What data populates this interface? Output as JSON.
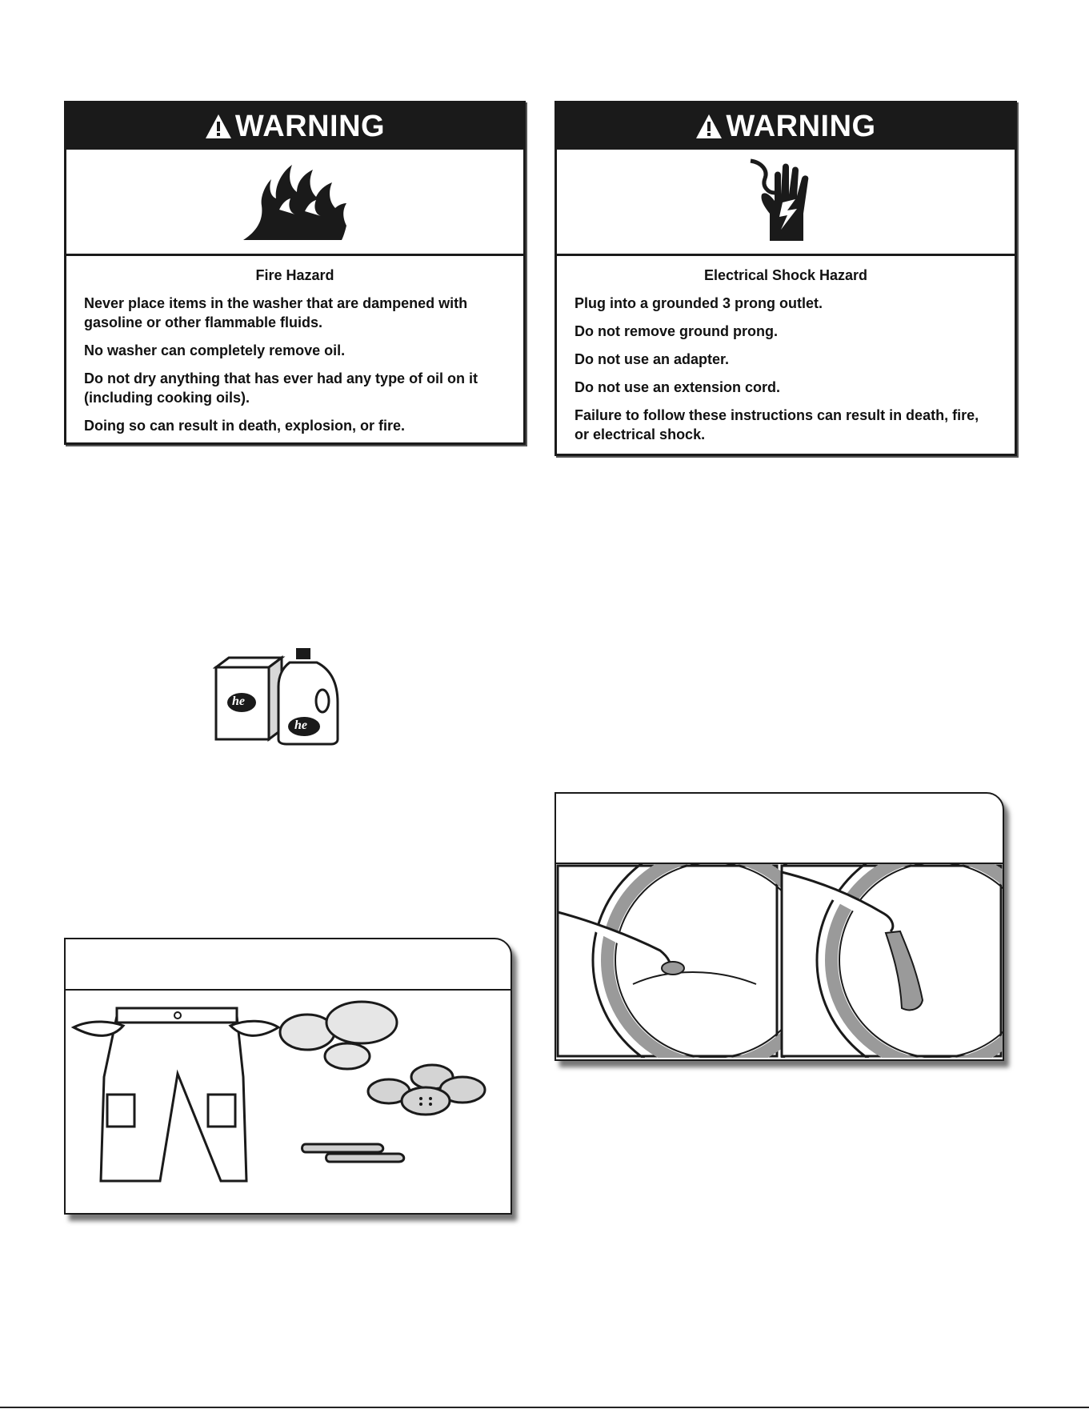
{
  "warnings": [
    {
      "heading": "WARNING",
      "icon": "fire-icon",
      "title": "Fire Hazard",
      "lines": [
        "Never place items in the washer that are dampened with gasoline or other flammable fluids.",
        "No washer can completely remove oil.",
        "Do not dry anything that has ever had any type of oil on it (including cooking oils).",
        "Doing so can result in death, explosion, or fire."
      ]
    },
    {
      "heading": "WARNING",
      "icon": "electric-shock-hand-icon",
      "title": "Electrical Shock Hazard",
      "lines": [
        "Plug into a grounded 3 prong outlet.",
        "Do not remove ground prong.",
        "Do not use an adapter.",
        "Do not use an extension cord.",
        "Failure to follow these instructions can result in death, fire, or electrical shock."
      ]
    }
  ],
  "illustrations": {
    "detergent_logo": "he",
    "colors": {
      "ink": "#1a1a1a",
      "gasket": "#9a9a9a",
      "paper": "#ffffff"
    }
  }
}
